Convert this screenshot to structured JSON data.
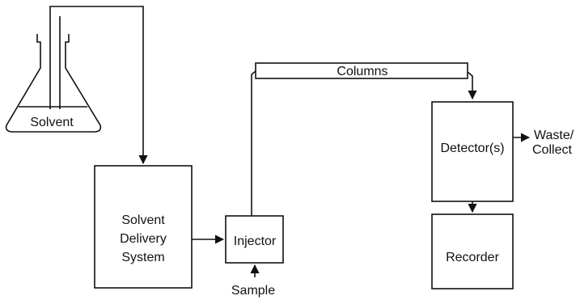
{
  "labels": {
    "solvent": "Solvent",
    "columns": "Columns",
    "detector": "Detector(s)",
    "waste_line1": "Waste/",
    "waste_line2": "Collect",
    "delivery_line1": "Solvent",
    "delivery_line2": "Delivery",
    "delivery_line3": "System",
    "injector": "Injector",
    "sample": "Sample",
    "recorder": "Recorder"
  },
  "colors": {
    "line": "#111111",
    "background": "#ffffff"
  }
}
